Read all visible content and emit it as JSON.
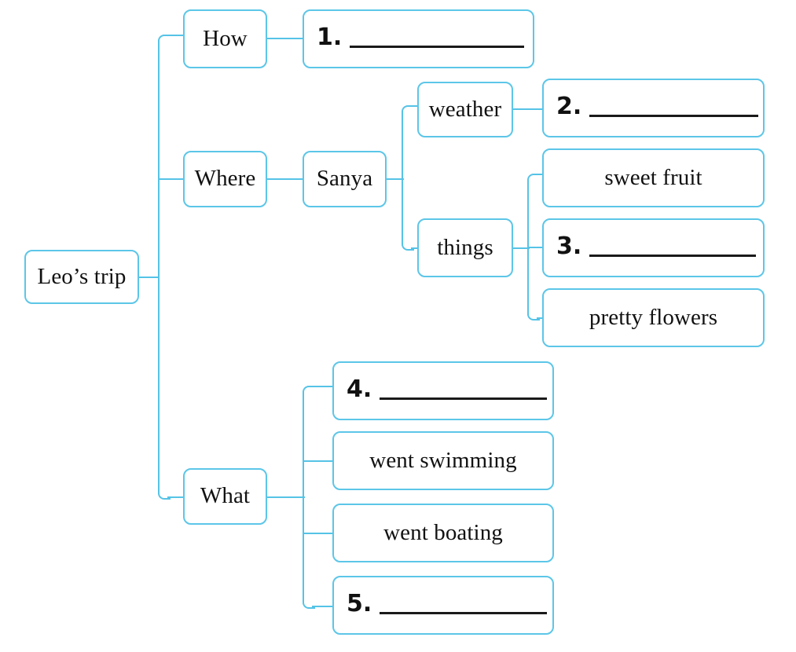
{
  "diagram": {
    "title": "Leo's trip",
    "type": "mind-map",
    "accent_color": "#5cc6e8",
    "text_color": "#111111",
    "blank_rule_color": "#1a1a1a",
    "background": "#ffffff",
    "root": {
      "label": "Leo’s trip"
    },
    "branches": [
      {
        "label": "How",
        "children": [
          {
            "number": "1.",
            "label": "",
            "is_blank": true
          }
        ]
      },
      {
        "label": "Where",
        "children": [
          {
            "label": "Sanya",
            "children": [
              {
                "label": "weather",
                "children": [
                  {
                    "number": "2.",
                    "label": "",
                    "is_blank": true
                  }
                ]
              },
              {
                "label": "things",
                "children": [
                  {
                    "label": "sweet fruit",
                    "is_blank": false
                  },
                  {
                    "number": "3.",
                    "label": "",
                    "is_blank": true
                  },
                  {
                    "label": "pretty flowers",
                    "is_blank": false
                  }
                ]
              }
            ]
          }
        ]
      },
      {
        "label": "What",
        "children": [
          {
            "number": "4.",
            "label": "",
            "is_blank": true
          },
          {
            "label": "went swimming",
            "is_blank": false
          },
          {
            "label": "went boating",
            "is_blank": false
          },
          {
            "number": "5.",
            "label": "",
            "is_blank": true
          }
        ]
      }
    ]
  },
  "nodes": {
    "root": "Leo’s trip",
    "how": "How",
    "where": "Where",
    "what": "What",
    "sanya": "Sanya",
    "weather": "weather",
    "things": "things",
    "sweet_fruit": "sweet fruit",
    "pretty_flowers": "pretty flowers",
    "went_swimming": "went swimming",
    "went_boating": "went boating",
    "blank1": "1.",
    "blank2": "2.",
    "blank3": "3.",
    "blank4": "4.",
    "blank5": "5."
  }
}
